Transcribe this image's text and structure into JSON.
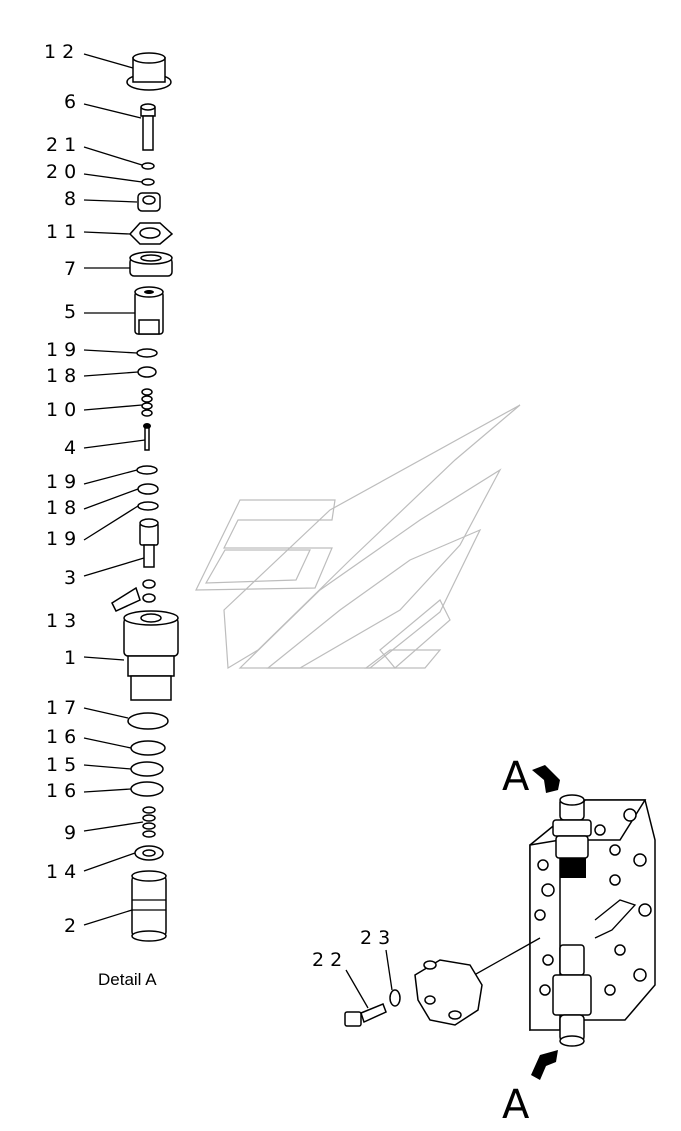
{
  "diagram": {
    "caption": "Detail A",
    "view_marker": "A",
    "callouts": {
      "c12": "1 2",
      "c6": "6",
      "c21": "2 1",
      "c20": "2 0",
      "c8": "8",
      "c11": "1 1",
      "c7": "7",
      "c5": "5",
      "c19a": "1 9",
      "c18a": "1 8",
      "c10": "1 0",
      "c4": "4",
      "c19b": "1 9",
      "c18b": "1 8",
      "c19c": "1 9",
      "c3": "3",
      "c13": "1 3",
      "c1": "1",
      "c17": "1 7",
      "c16a": "1 6",
      "c15": "1 5",
      "c16b": "1 6",
      "c9": "9",
      "c14": "1 4",
      "c2": "2",
      "c23": "2 3",
      "c22": "2 2"
    }
  }
}
